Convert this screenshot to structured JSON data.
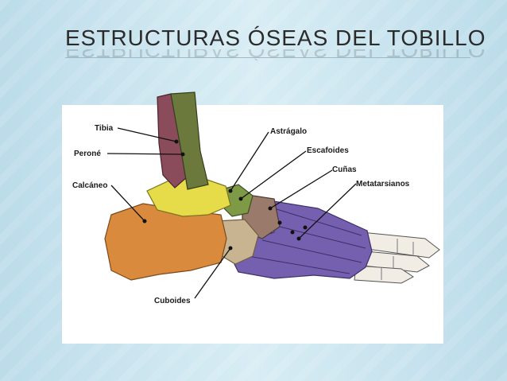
{
  "slide": {
    "title": "ESTRUCTURAS ÓSEAS DEL TOBILLO"
  },
  "labels": {
    "tibia": "Tibia",
    "perone": "Peroné",
    "calcaneo": "Calcáneo",
    "astragalo": "Astrágalo",
    "escafoides": "Escafoides",
    "cunas": "Cuñas",
    "metatarsianos": "Metatarsianos",
    "cuboides": "Cuboides"
  },
  "colors": {
    "tibia": "#6b7a3c",
    "perone": "#8a4b5a",
    "astragalo": "#e6dc4a",
    "calcaneo": "#d98a3c",
    "escafoides": "#7f9a46",
    "cunas": "#9a7a6a",
    "metatarsianos": "#7560b0",
    "cuboides": "#c8b490",
    "phalanges": "#f2ede4"
  }
}
